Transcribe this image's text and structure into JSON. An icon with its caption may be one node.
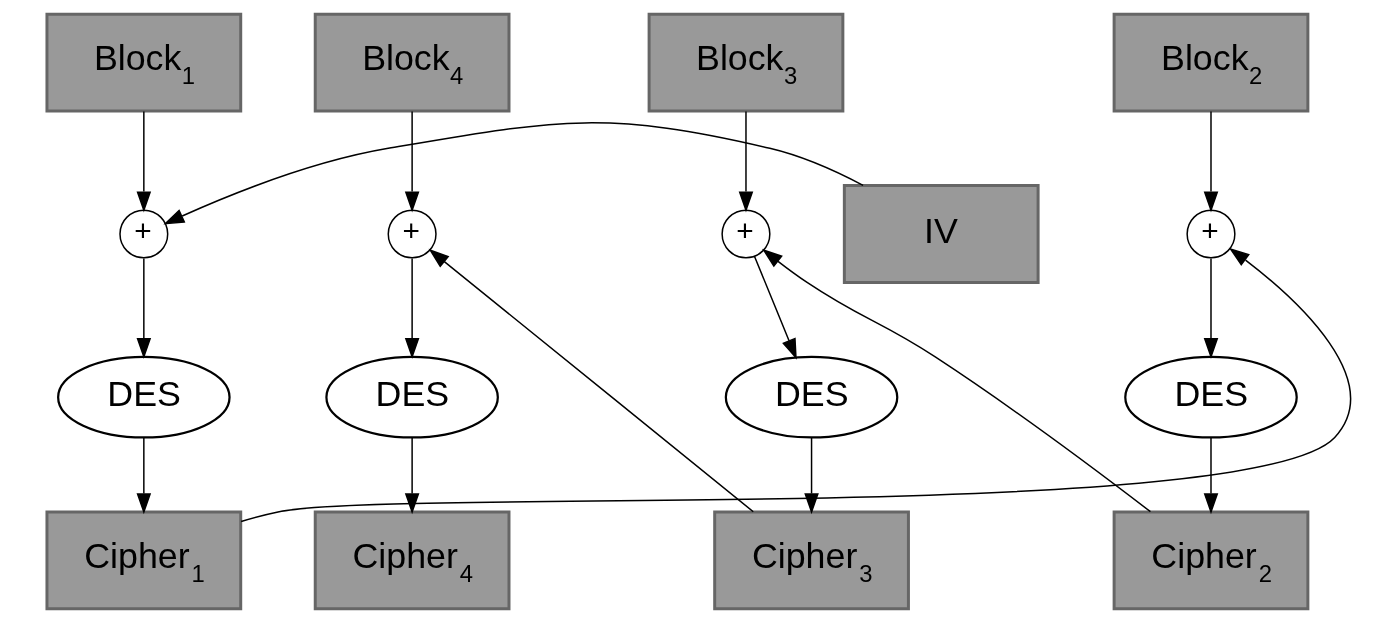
{
  "diagram": {
    "nodes": [
      {
        "text": [
          "Block$_{1}$"
        ]
      },
      {
        "text": [
          "Block$_{2}$"
        ]
      },
      {
        "text": [
          "Block$_{3}$"
        ]
      },
      {
        "text": [
          "Block$_{4}$"
        ]
      },
      {
        "text": [
          "IV"
        ]
      },
      {
        "text": [
          "+"
        ]
      },
      {
        "text": [
          "+"
        ]
      },
      {
        "text": [
          "+"
        ]
      },
      {
        "text": [
          "+"
        ]
      },
      {
        "text": [
          "DES"
        ]
      },
      {
        "text": [
          "DES"
        ]
      },
      {
        "text": [
          "DES"
        ]
      },
      {
        "text": [
          "DES"
        ]
      },
      {
        "text": [
          "Cipher$_{1}$"
        ]
      },
      {
        "text": [
          "Cipher$_{2}$"
        ]
      },
      {
        "text": [
          "Cipher$_{3}$"
        ]
      },
      {
        "text": [
          "Cipher$_{4}$"
        ]
      }
    ],
    "edges": [
      {
        "from": 0,
        "to": 5,
        "arrow": "to"
      },
      {
        "from": 1,
        "to": 6,
        "arrow": "to"
      },
      {
        "from": 2,
        "to": 7,
        "arrow": "to"
      },
      {
        "from": 3,
        "to": 8,
        "arrow": "to"
      },
      {
        "from": 4,
        "to": 5,
        "arrow": "to"
      },
      {
        "from": 5,
        "to": 9,
        "arrow": "to"
      },
      {
        "from": 6,
        "to": 10,
        "arrow": "to"
      },
      {
        "from": 7,
        "to": 11,
        "arrow": "to"
      },
      {
        "from": 8,
        "to": 12,
        "arrow": "to"
      },
      {
        "from": 9,
        "to": 13,
        "arrow": "to"
      },
      {
        "from": 10,
        "to": 14,
        "arrow": "to"
      },
      {
        "from": 11,
        "to": 15,
        "arrow": "to"
      },
      {
        "from": 12,
        "to": 16,
        "arrow": "to"
      },
      {
        "from": 13,
        "to": 6,
        "arrow": "to"
      },
      {
        "from": 14,
        "to": 7,
        "arrow": "to"
      },
      {
        "from": 15,
        "to": 8,
        "arrow": "to"
      }
    ]
  }
}
